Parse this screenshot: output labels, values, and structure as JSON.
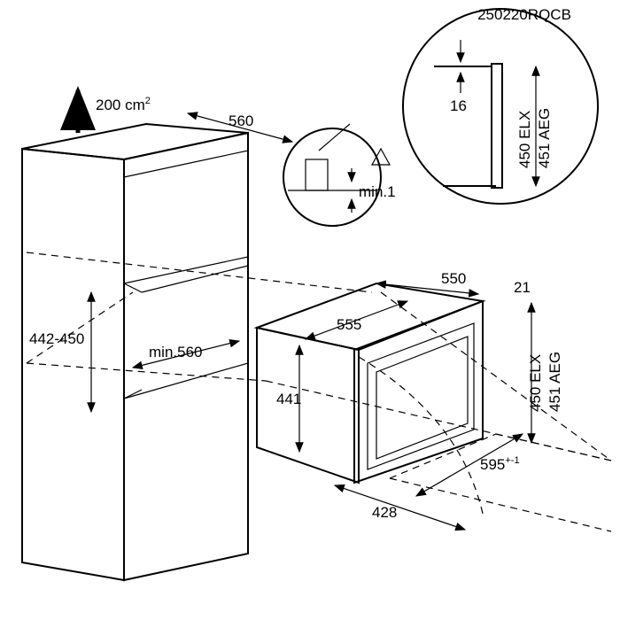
{
  "code": "250220RQCB",
  "ventilation": {
    "value": "200 cm",
    "sup": "2"
  },
  "dimensions": {
    "cabinet_depth": "560",
    "gap": "16",
    "height_elx": "450 ELX",
    "height_aeg": "451 AEG",
    "min_clearance": "min.1",
    "niche_height": "442-450",
    "niche_depth": "min.560",
    "oven_depth": "550",
    "front_thickness": "21",
    "oven_width_top": "555",
    "oven_height": "441",
    "oven_height_elx": "450 ELX",
    "oven_height_aeg": "451 AEG",
    "door_width": "595",
    "door_tolerance": "+-1",
    "door_swing": "428"
  }
}
